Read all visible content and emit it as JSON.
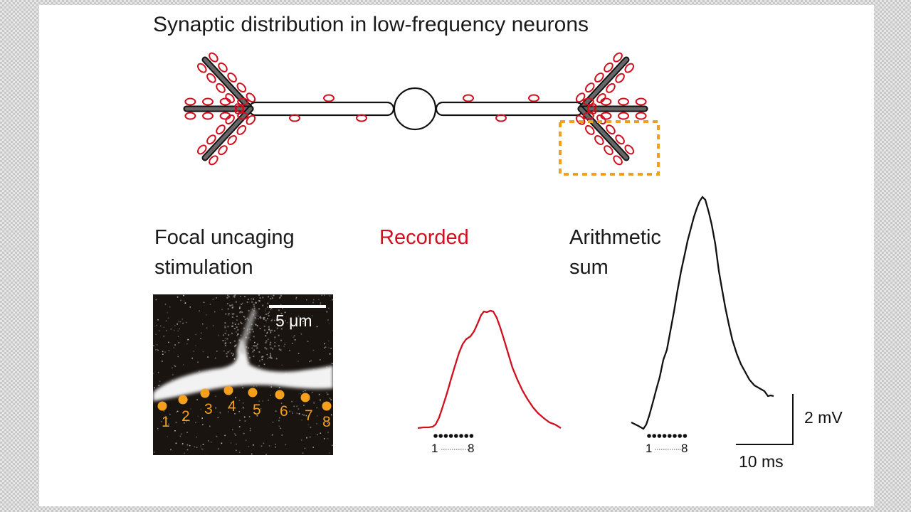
{
  "title": "Synaptic distribution in low-frequency neurons",
  "panels": {
    "focal": {
      "line1": "Focal uncaging",
      "line2": "stimulation"
    },
    "recorded": {
      "label": "Recorded"
    },
    "arithmetic": {
      "line1": "Arithmetic",
      "line2": "sum"
    }
  },
  "micrograph": {
    "scale_bar_label": "5 μm",
    "uncaging_spots": [
      "1",
      "2",
      "3",
      "4",
      "5",
      "6",
      "7",
      "8"
    ]
  },
  "stimulus": {
    "start": "1",
    "end": "8",
    "dot_count": 8
  },
  "scale_bars": {
    "voltage": "2 mV",
    "time": "10 ms"
  },
  "colors": {
    "synapse": "#d0101e",
    "recorded_trace": "#d0101e",
    "arithmetic_trace": "#111111",
    "highlight_box": "#f0a020",
    "uncaging_spot": "#f5a01a",
    "dendrite_distal": "#666666"
  }
}
